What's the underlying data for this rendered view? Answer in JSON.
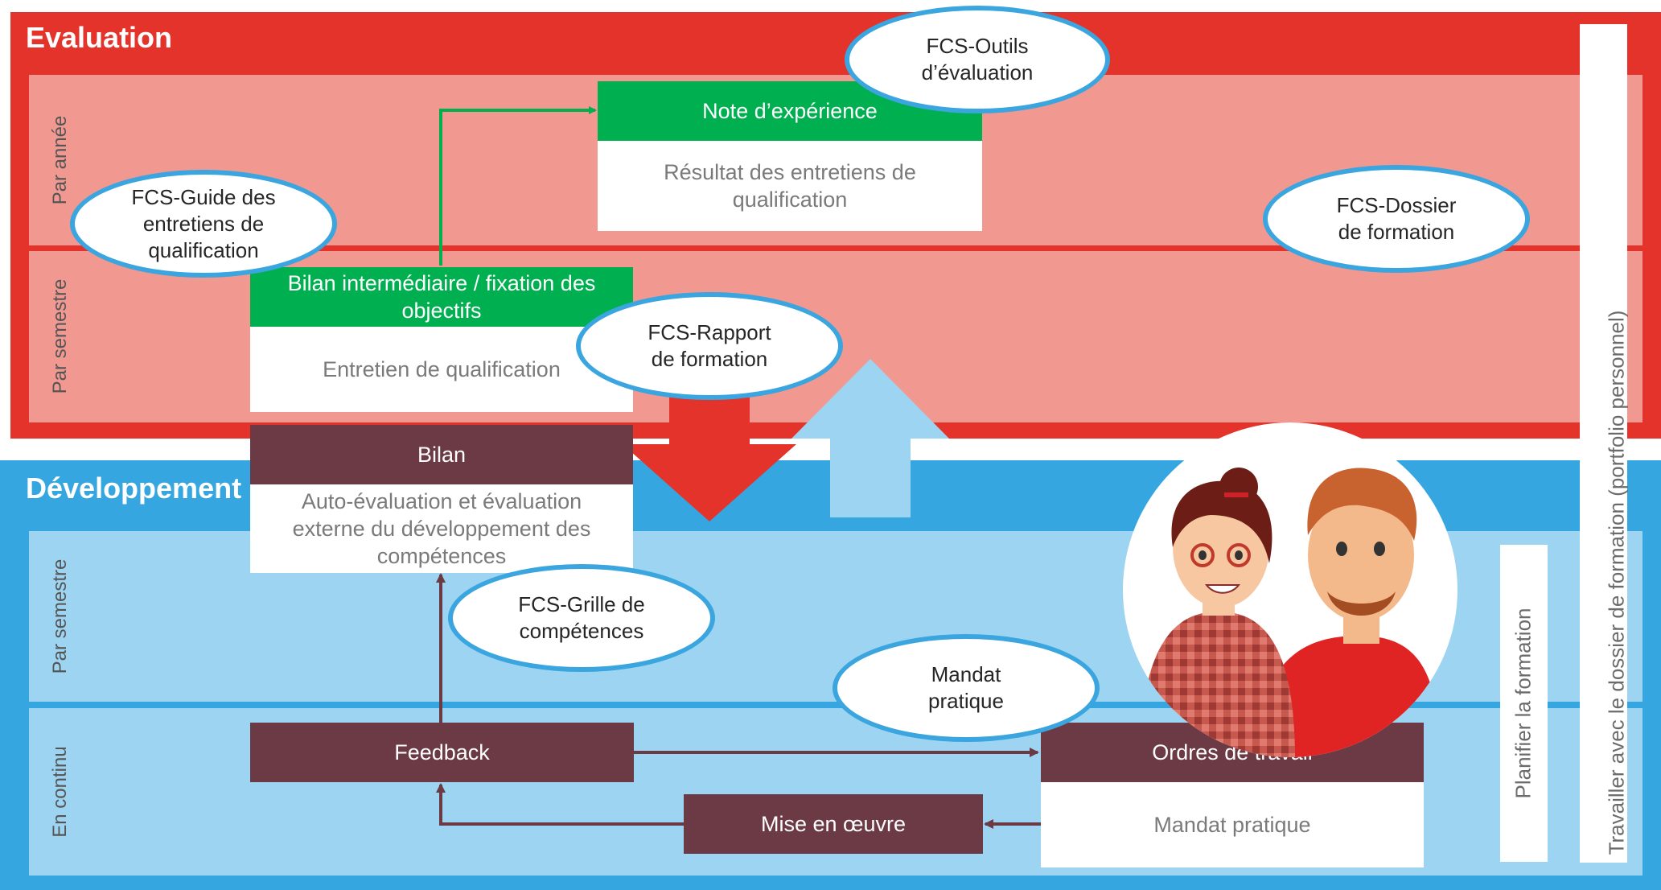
{
  "sections": {
    "evaluation": {
      "title": "Evaluation",
      "bands": [
        "Par année",
        "Par semestre"
      ],
      "color": "#e3332a",
      "band_color": "#f19891"
    },
    "development": {
      "title": "Développement",
      "bands": [
        "Par semestre",
        "En continu"
      ],
      "color": "#35a6e0",
      "band_color": "#9dd4f1"
    }
  },
  "boxes": {
    "note": {
      "header": "Note d’expérience",
      "body": "Résultat des entretiens de qualification"
    },
    "bilan_inter": {
      "header": "Bilan intermédiaire / fixation des objectifs",
      "body": "Entretien de qualification"
    },
    "bilan": {
      "header": "Bilan",
      "body": "Auto-évaluation et évaluation externe du développement des compétences"
    },
    "feedback": {
      "header": "Feedback"
    },
    "ordres": {
      "header": "Ordres de travail",
      "body": "Mandat pratique"
    },
    "mise": {
      "header": "Mise en œuvre"
    }
  },
  "bubbles": {
    "outils": "FCS-Outils d’évaluation",
    "guide": "FCS-Guide des entretiens de qualification",
    "dossier": "FCS-Dossier de formation",
    "rapport": "FCS-Rapport de formation",
    "grille": "FCS-Grille de compétences",
    "mandat": "Mandat pratique"
  },
  "sidebars": {
    "planifier": "Planifier la formation",
    "travailler": "Travailler avec le dossier de formation (portfolio personnel)"
  },
  "colors": {
    "green": "#00b050",
    "maroon": "#6b3a44",
    "bubble_border": "#3aa5de",
    "arrow_down": "#e3332a",
    "arrow_up": "#9dd4f1"
  }
}
